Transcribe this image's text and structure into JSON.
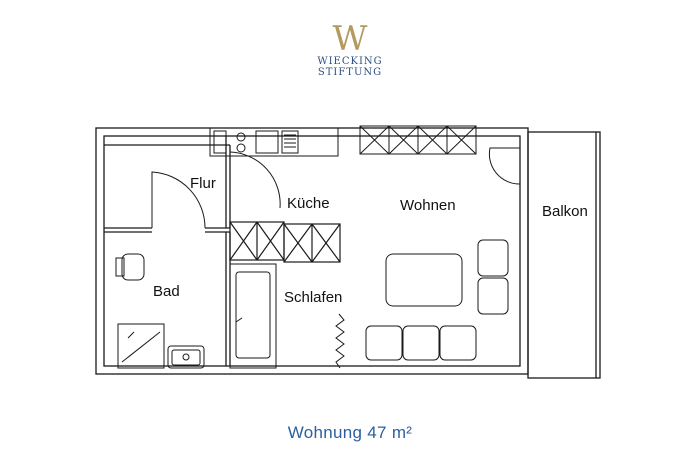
{
  "logo": {
    "mark": "W",
    "line1": "WIECKING",
    "line2": "STIFTUNG",
    "mark_color": "#b39a5e",
    "text_color": "#2d4f86"
  },
  "rooms": {
    "flur": "Flur",
    "kueche": "Küche",
    "wohnen": "Wohnen",
    "balkon": "Balkon",
    "bad": "Bad",
    "schlafen": "Schlafen"
  },
  "caption": "Wohnung 47 m²",
  "colors": {
    "wall": "#1a1a1a",
    "caption": "#2d5fa0"
  }
}
